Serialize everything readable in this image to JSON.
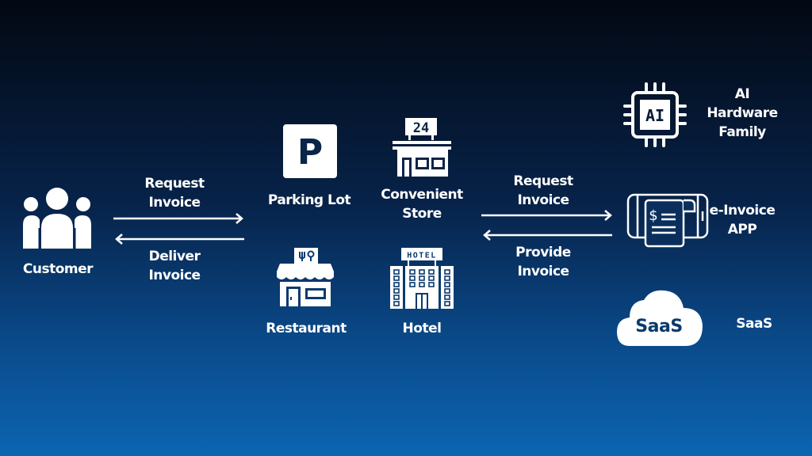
{
  "diagram": {
    "customer": {
      "label": "Customer",
      "icon": "users-group-icon"
    },
    "left_flow": {
      "request": "Request\nInvoice",
      "deliver": "Deliver\nInvoice"
    },
    "merchants": [
      {
        "label": "Parking Lot",
        "icon": "parking-icon",
        "badge": "P"
      },
      {
        "label": "Convenient\nStore",
        "icon": "convenience-store-icon",
        "badge": "24"
      },
      {
        "label": "Restaurant",
        "icon": "restaurant-icon"
      },
      {
        "label": "Hotel",
        "icon": "hotel-icon",
        "badge": "HOTEL"
      }
    ],
    "right_flow": {
      "request": "Request\nInvoice",
      "provide": "Provide\nInvoice"
    },
    "providers": [
      {
        "label": "AI\nHardware\nFamily",
        "icon": "ai-chip-icon",
        "badge": "AI"
      },
      {
        "label": "e-Invoice\nAPP",
        "icon": "invoice-phone-icon",
        "badge": "$"
      },
      {
        "label": "SaaS",
        "icon": "saas-cloud-icon",
        "badge": "SaaS"
      }
    ]
  },
  "colors": {
    "bg_top": "#030812",
    "bg_bottom": "#0c65b2",
    "foreground": "#ffffff"
  }
}
